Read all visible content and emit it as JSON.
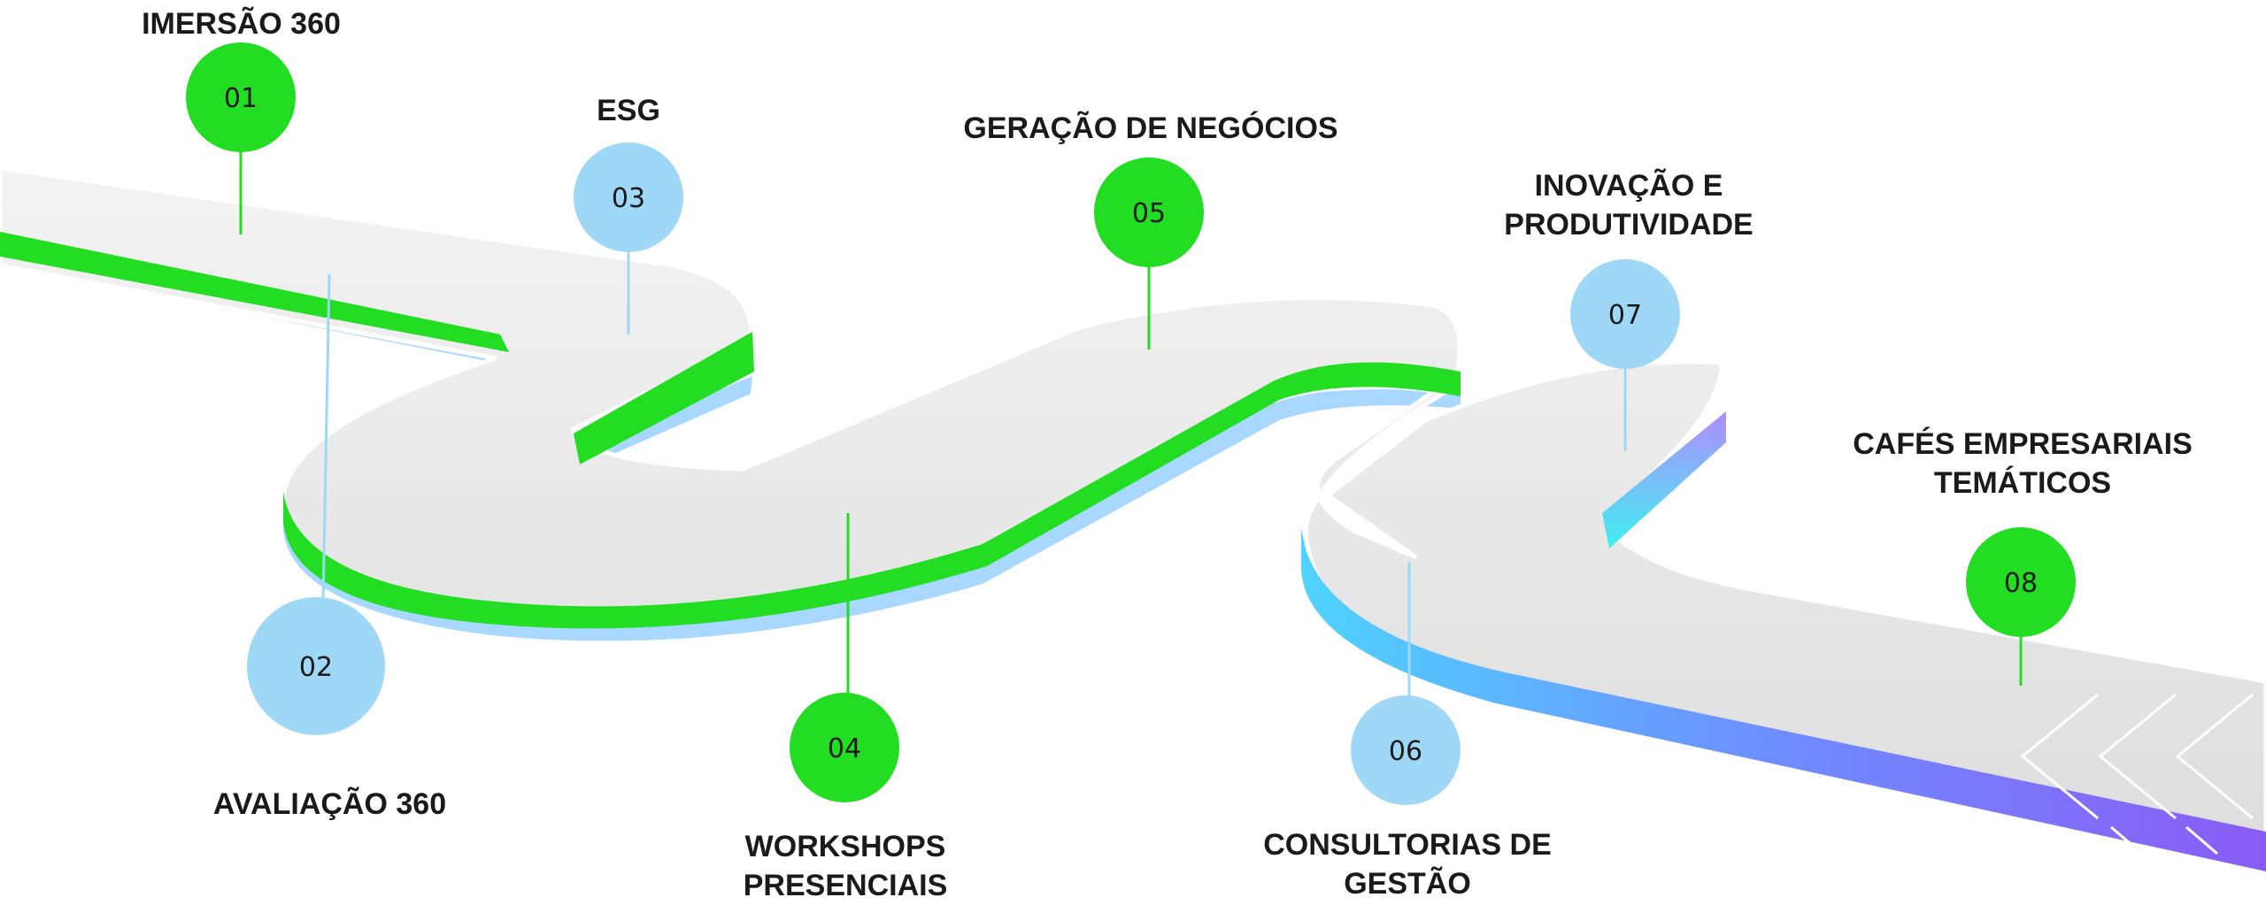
{
  "milestones": [
    {
      "num": "01",
      "title": [
        "IMERSÃO 360"
      ],
      "color": "#22dd22"
    },
    {
      "num": "02",
      "title": [
        "AVALIAÇÃO 360"
      ],
      "color": "#9fd7f7"
    },
    {
      "num": "03",
      "title": [
        "ESG"
      ],
      "color": "#9fd7f7"
    },
    {
      "num": "04",
      "title": [
        "WORKSHOPS",
        "PRESENCIAIS"
      ],
      "color": "#22dd22"
    },
    {
      "num": "05",
      "title": [
        "GERAÇÃO DE NEGÓCIOS"
      ],
      "color": "#22dd22"
    },
    {
      "num": "06",
      "title": [
        "CONSULTORIAS DE",
        "GESTÃO"
      ],
      "color": "#9fd7f7"
    },
    {
      "num": "07",
      "title": [
        "INOVAÇÃO E",
        "PRODUTIVIDADE"
      ],
      "color": "#9fd7f7"
    },
    {
      "num": "08",
      "title": [
        "CAFÉS EMPRESARIAIS",
        "TEMÁTICOS"
      ],
      "color": "#22dd22"
    }
  ],
  "colors": {
    "green": "#22dd22",
    "light_blue": "#9fd7f7",
    "road": "#ececec",
    "purple": "#8a5cf6"
  }
}
